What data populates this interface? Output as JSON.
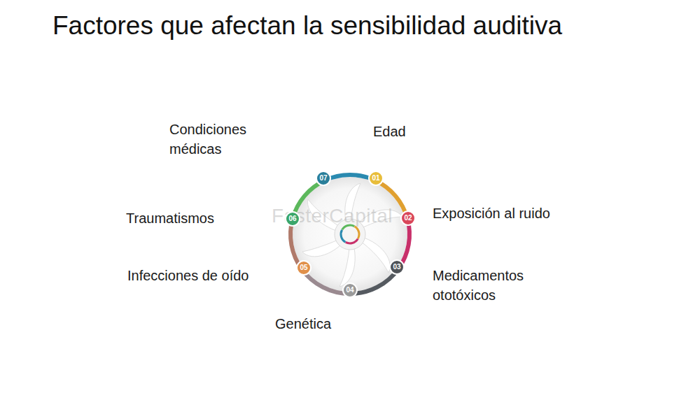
{
  "diagram": {
    "title": "Factores que afectan la sensibilidad auditiva",
    "nodes": [
      {
        "text": [
          "01",
          "Edad"
        ]
      },
      {
        "text": [
          "02",
          "Exposición al ruido"
        ]
      },
      {
        "text": [
          "03",
          "Medicamentos ototóxicos"
        ]
      },
      {
        "text": [
          "04",
          "Genética"
        ]
      },
      {
        "text": [
          "05",
          "Infecciones de oído"
        ]
      },
      {
        "text": [
          "06",
          "Traumatismos"
        ]
      },
      {
        "text": [
          "07",
          "Condiciones médicas"
        ]
      }
    ],
    "labels": [
      "FasterCapital"
    ]
  }
}
